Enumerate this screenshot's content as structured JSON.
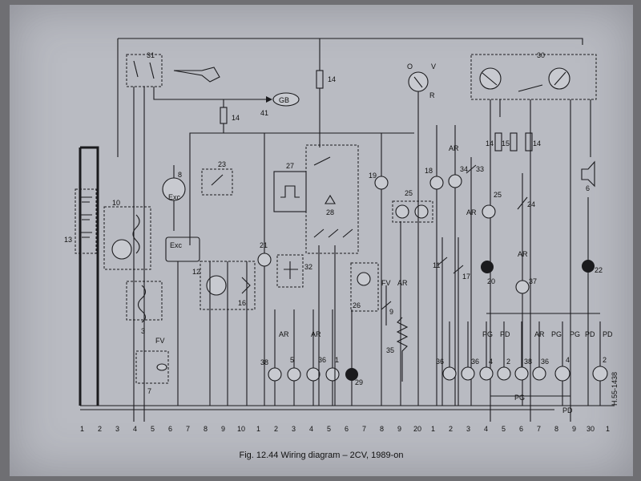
{
  "caption": "Fig. 12.44 Wiring diagram – 2CV, 1989-on",
  "component_numbers": [
    "31",
    "30",
    "14",
    "41",
    "10",
    "8",
    "23",
    "27",
    "28",
    "19",
    "18",
    "34",
    "33",
    "25",
    "15",
    "6",
    "13",
    "12",
    "21",
    "32",
    "16",
    "26",
    "9",
    "35",
    "11",
    "17",
    "20",
    "24",
    "37",
    "22",
    "3",
    "7",
    "38",
    "5",
    "36",
    "1",
    "29",
    "4",
    "2"
  ],
  "badges": {
    "gb": "GB"
  },
  "wire_labels": [
    "FV",
    "AR",
    "PG",
    "PD",
    "O",
    "V",
    "R",
    "Exc"
  ],
  "bottom_left_terminals": [
    "1",
    "2",
    "3",
    "4",
    "5",
    "6",
    "7",
    "8",
    "9",
    "10",
    "1",
    "2",
    "3",
    "4",
    "5",
    "6",
    "7",
    "8",
    "9",
    "20"
  ],
  "bottom_right_terminals": [
    "1",
    "2",
    "3",
    "4",
    "5",
    "6",
    "7",
    "8",
    "9",
    "30",
    "1"
  ],
  "figure_ref": "H.55-1438"
}
